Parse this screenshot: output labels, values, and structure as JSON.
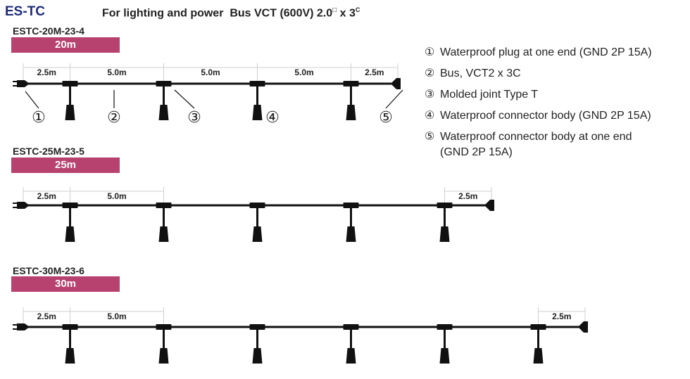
{
  "header": {
    "series": "ES-TC",
    "title": "For lighting and power  Bus VCT (600V) 2.0",
    "title_unit": "□",
    "title_mid": " x 3",
    "title_sup": "C"
  },
  "products": [
    {
      "model": "ESTC-20M-23-4",
      "length": "20m",
      "spans": [
        {
          "label": "2.5m",
          "from": 0,
          "to": 2.5
        },
        {
          "label": "5.0m",
          "from": 2.5,
          "to": 7.5
        },
        {
          "label": "5.0m",
          "from": 7.5,
          "to": 12.5
        },
        {
          "label": "5.0m",
          "from": 12.5,
          "to": 17.5
        },
        {
          "label": "2.5m",
          "from": 17.5,
          "to": 20
        }
      ],
      "joints_m": [
        2.5,
        7.5,
        12.5,
        17.5
      ],
      "callouts": [
        "①",
        "②",
        "③",
        "④",
        "⑤"
      ]
    },
    {
      "model": "ESTC-25M-23-5",
      "length": "25m",
      "spans": [
        {
          "label": "2.5m",
          "from": 0,
          "to": 2.5
        },
        {
          "label": "5.0m",
          "from": 2.5,
          "to": 7.5
        },
        {
          "label": "2.5m",
          "from": 22.5,
          "to": 25
        }
      ],
      "joints_m": [
        2.5,
        7.5,
        12.5,
        17.5,
        22.5
      ]
    },
    {
      "model": "ESTC-30M-23-6",
      "length": "30m",
      "spans": [
        {
          "label": "2.5m",
          "from": 0,
          "to": 2.5
        },
        {
          "label": "5.0m",
          "from": 2.5,
          "to": 7.5
        },
        {
          "label": "2.5m",
          "from": 27.5,
          "to": 30
        }
      ],
      "joints_m": [
        2.5,
        7.5,
        12.5,
        17.5,
        22.5,
        27.5
      ]
    }
  ],
  "legend": [
    {
      "num": "①",
      "text": "Waterproof plug at one end (GND 2P 15A)"
    },
    {
      "num": "②",
      "text": "Bus, VCT2 x 3C"
    },
    {
      "num": "③",
      "text": "Molded joint  Type T"
    },
    {
      "num": "④",
      "text": "Waterproof connector body (GND 2P 15A)"
    },
    {
      "num": "⑤",
      "text": "Waterproof connector body at one end",
      "text2": "(GND 2P 15A)"
    }
  ]
}
